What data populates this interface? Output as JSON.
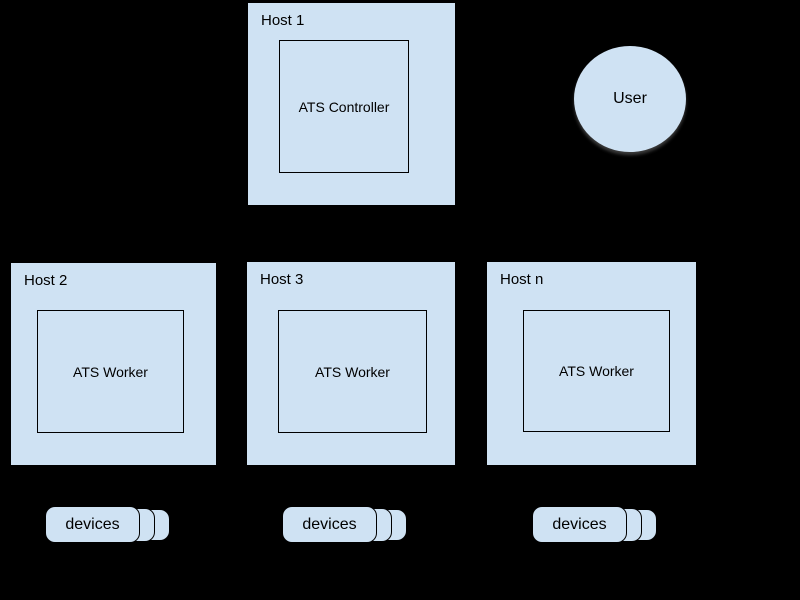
{
  "canvas": {
    "background_color": "#000000",
    "shape_fill_color": "#cfe2f3",
    "shape_border_color": "#000000",
    "text_color": "#000000"
  },
  "hosts": [
    {
      "label": "Host 1",
      "component": "ATS Controller"
    },
    {
      "label": "Host 2",
      "component": "ATS Worker"
    },
    {
      "label": "Host 3",
      "component": "ATS Worker"
    },
    {
      "label": "Host n",
      "component": "ATS Worker"
    }
  ],
  "user": {
    "label": "User"
  },
  "device_groups": [
    {
      "label": "devices"
    },
    {
      "label": "devices"
    },
    {
      "label": "devices"
    }
  ]
}
